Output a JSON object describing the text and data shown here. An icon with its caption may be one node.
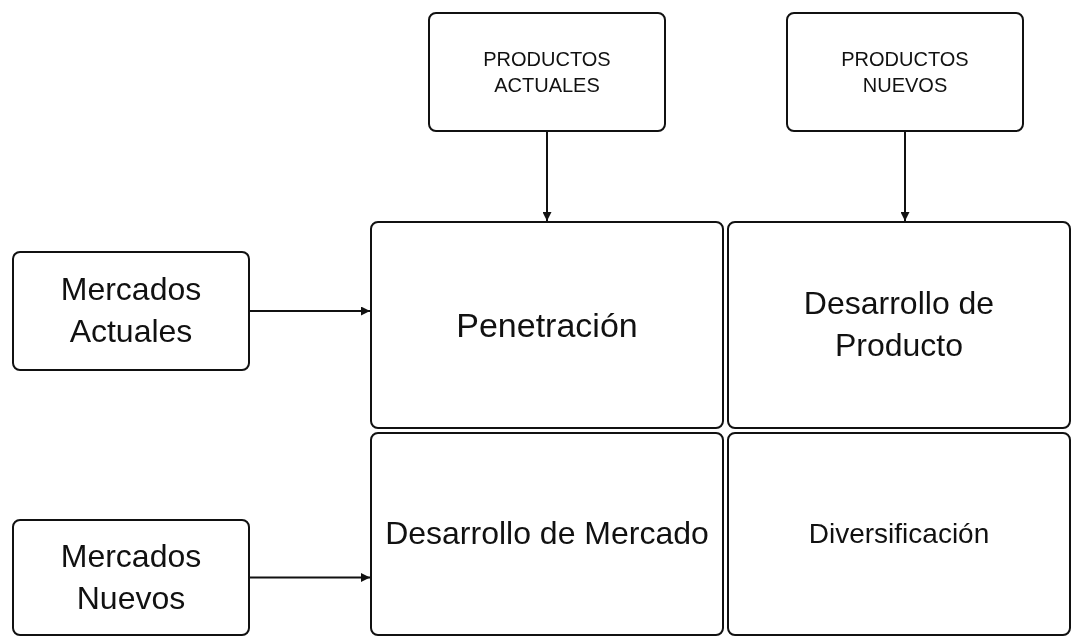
{
  "diagram": {
    "nodes": [
      {
        "text": [
          "PRODUCTOS ACTUALES"
        ]
      },
      {
        "text": [
          "PRODUCTOS NUEVOS"
        ]
      },
      {
        "text": [
          "Mercados Actuales"
        ]
      },
      {
        "text": [
          "Penetración"
        ]
      },
      {
        "text": [
          "Desarrollo de Producto"
        ]
      },
      {
        "text": [
          "Mercados Nuevos"
        ]
      },
      {
        "text": [
          "Desarrollo de Mercado"
        ]
      },
      {
        "text": [
          "Diversificación"
        ]
      }
    ],
    "edges": [
      {
        "from": 0,
        "to": 3,
        "arrow": "to"
      },
      {
        "from": 1,
        "to": 4,
        "arrow": "to"
      },
      {
        "from": 2,
        "to": 3,
        "arrow": "to"
      },
      {
        "from": 5,
        "to": 6,
        "arrow": "to"
      }
    ]
  }
}
